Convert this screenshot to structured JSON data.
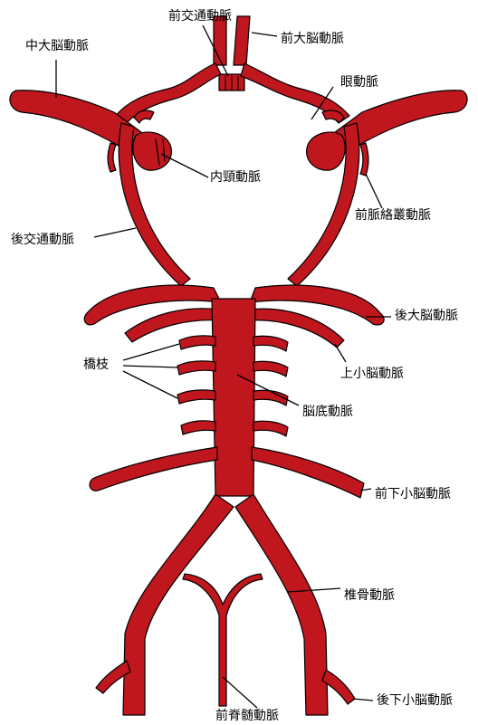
{
  "colors": {
    "artery": "#c0161d",
    "outline": "#000000",
    "background": "#ffffff"
  },
  "labels": {
    "anterior_communicating": "前交通動脈",
    "middle_cerebral": "中大脳動脈",
    "anterior_cerebral": "前大脳動脈",
    "ophthalmic": "眼動脈",
    "internal_carotid": "内頸動脈",
    "anterior_choroidal": "前脈絡叢動脈",
    "posterior_communicating": "後交通動脈",
    "posterior_cerebral": "後大脳動脈",
    "superior_cerebellar": "上小脳動脈",
    "pontine_branches": "橋枝",
    "basilar": "脳底動脈",
    "anterior_inferior_cerebellar": "前下小脳動脈",
    "vertebral": "椎骨動脈",
    "posterior_inferior_cerebellar": "後下小脳動脈",
    "anterior_spinal": "前脊髄動脈"
  }
}
